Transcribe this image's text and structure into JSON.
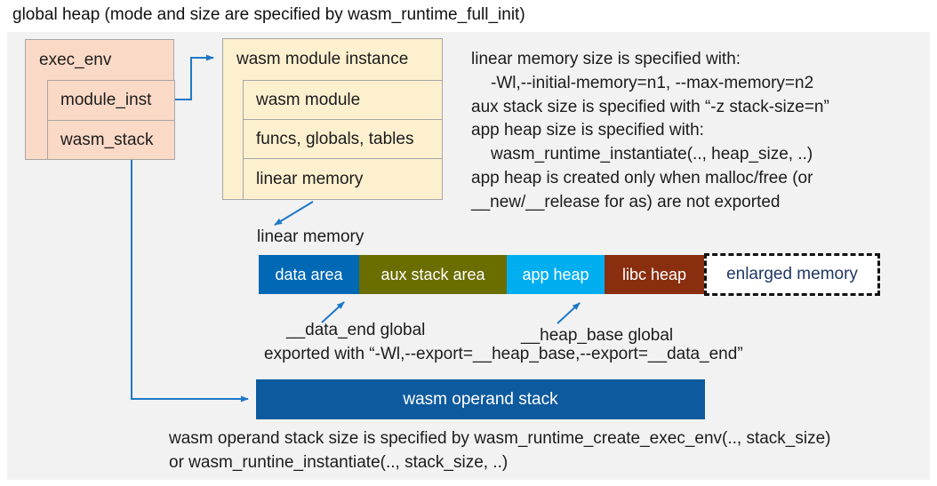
{
  "title": "global heap (mode and size are specified by wasm_runtime_full_init)",
  "exec_env": {
    "header": "exec_env",
    "rows": [
      "module_inst",
      "wasm_stack"
    ]
  },
  "module_instance": {
    "header": "wasm module instance",
    "rows": [
      "wasm module",
      "funcs, globals, tables",
      "linear memory"
    ]
  },
  "notes_right": {
    "lines": [
      "linear memory size is specified with:",
      "-Wl,--initial-memory=n1, --max-memory=n2",
      "aux stack size is specified with “-z stack-size=n”",
      "app heap size is specified with:",
      "wasm_runtime_instantiate(.., heap_size, ..)",
      "app heap is created only when malloc/free (or",
      "__new/__release for as) are not exported"
    ]
  },
  "linear_memory": {
    "label": "linear memory",
    "segments": [
      {
        "label": "data area",
        "color": "#0068b5"
      },
      {
        "label": "aux stack area",
        "color": "#6a6e00"
      },
      {
        "label": "app heap",
        "color": "#00aeef"
      },
      {
        "label": "libc heap",
        "color": "#8a2e10"
      },
      {
        "label": "enlarged memory",
        "color": "#ffffff",
        "border": "dashed",
        "text_color": "#1f3864"
      }
    ]
  },
  "annotations": {
    "data_end": "__data_end global",
    "heap_base": "__heap_base global",
    "exported": "exported with “-Wl,--export=__heap_base,--export=__data_end”"
  },
  "operand_stack": {
    "label": "wasm operand stack",
    "color": "#0e5a9e"
  },
  "notes_bottom": {
    "lines": [
      "wasm operand stack size is specified by wasm_runtime_create_exec_env(.., stack_size)",
      "or wasm_runtine_instantiate(.., stack_size, ..)"
    ]
  },
  "colors": {
    "panel_bg": "#f2f2f2",
    "struct_peach": "#fbd9c7",
    "struct_cream": "#fcf0cf",
    "box_border": "#a6a6a6",
    "arrow_blue": "#1e78c8"
  }
}
